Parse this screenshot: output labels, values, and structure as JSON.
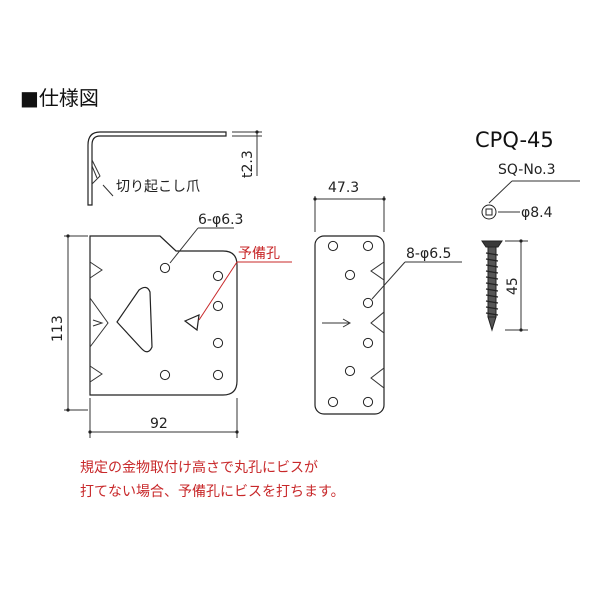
{
  "header": {
    "title": "■仕様図"
  },
  "product": {
    "model": "CPQ-45",
    "screw_name": "SQ-No.3"
  },
  "dimensions": {
    "thickness": "t2.3",
    "height": "113",
    "width_left": "92",
    "width_right": "47.3",
    "holes_left": "6-φ6.3",
    "holes_right": "8-φ6.5",
    "screw_head": "φ8.4",
    "screw_length": "45"
  },
  "labels": {
    "claw": "切り起こし爪",
    "spare_hole": "予備孔"
  },
  "note": {
    "line1": "規定の金物取付け高さで丸孔にビスが",
    "line2": "打てない場合、予備孔にビスを打ちます。"
  },
  "colors": {
    "note": "#c8282a",
    "line": "#222222"
  }
}
